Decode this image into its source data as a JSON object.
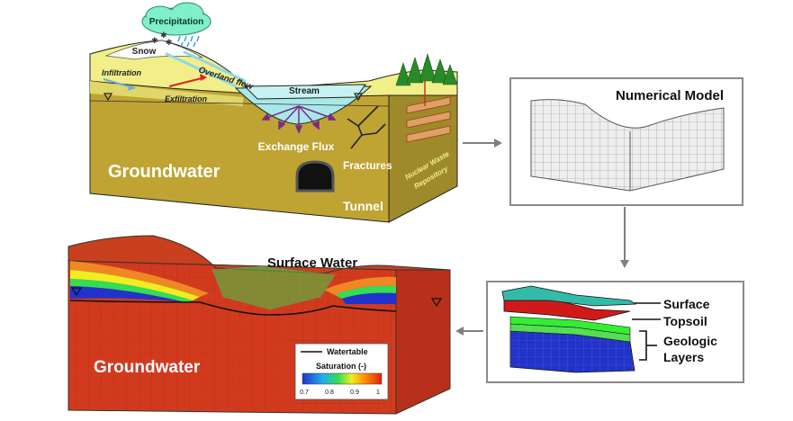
{
  "concept": {
    "precipitation": "Precipitation",
    "snow": "Snow",
    "infiltration": "Infiltration",
    "overland_flow": "Overland flow",
    "exfiltration": "Exfiltration",
    "stream": "Stream",
    "exchange_flux": "Exchange Flux",
    "fractures": "Fractures",
    "groundwater": "Groundwater",
    "tunnel": "Tunnel",
    "repository_line1": "Nuclear Waste",
    "repository_line2": "Repository"
  },
  "numerical_model": {
    "title": "Numerical Model"
  },
  "layers": {
    "surface": "Surface",
    "topsoil": "Topsoil",
    "geologic_line1": "Geologic",
    "geologic_line2": "Layers"
  },
  "result": {
    "surface_water": "Surface Water",
    "groundwater": "Groundwater",
    "legend": {
      "watertable": "Watertable",
      "saturation": "Saturation (-)",
      "ticks": [
        "0.7",
        "0.8",
        "0.9",
        "1"
      ]
    }
  },
  "colors": {
    "soil": "#bfa433",
    "topsoil": "#f2ef8a",
    "water": "#a8e8e8",
    "groundwater_result": "#d23a1e",
    "saturation_low": "#2233cc",
    "saturation_high": "#dd2211",
    "arrow": "#7f7f7f"
  }
}
